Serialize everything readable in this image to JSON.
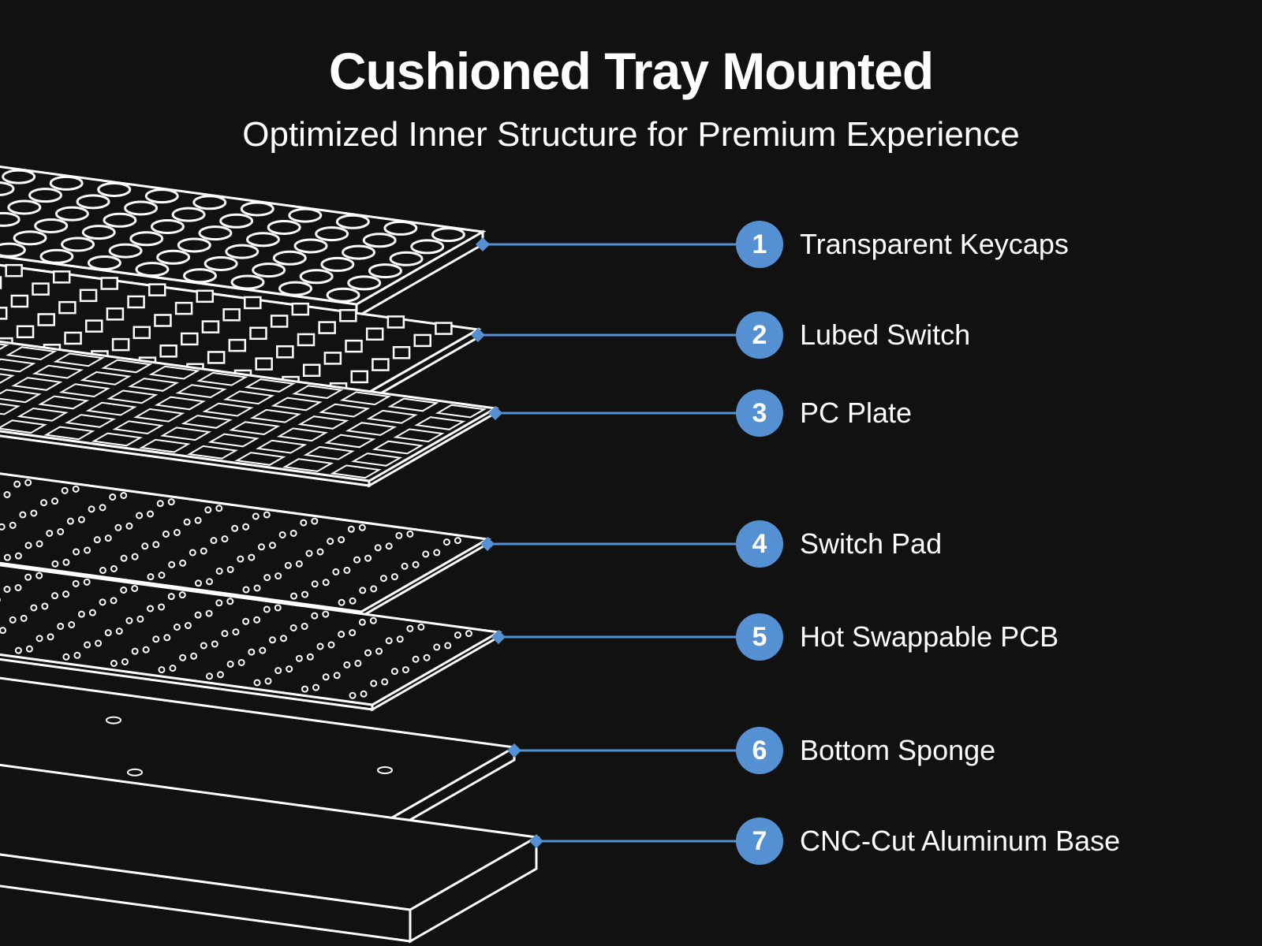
{
  "title": "Cushioned Tray Mounted",
  "subtitle": "Optimized Inner Structure for Premium Experience",
  "accent_color": "#5590d2",
  "background_color": "#111111",
  "layers": [
    {
      "number": "1",
      "label": "Transparent Keycaps",
      "kind": "keycaps"
    },
    {
      "number": "2",
      "label": "Lubed Switch",
      "kind": "switches"
    },
    {
      "number": "3",
      "label": "PC Plate",
      "kind": "plate"
    },
    {
      "number": "4",
      "label": "Switch Pad",
      "kind": "pad"
    },
    {
      "number": "5",
      "label": "Hot Swappable PCB",
      "kind": "pcb"
    },
    {
      "number": "6",
      "label": "Bottom Sponge",
      "kind": "sponge"
    },
    {
      "number": "7",
      "label": "CNC-Cut Aluminum Base",
      "kind": "base"
    }
  ]
}
